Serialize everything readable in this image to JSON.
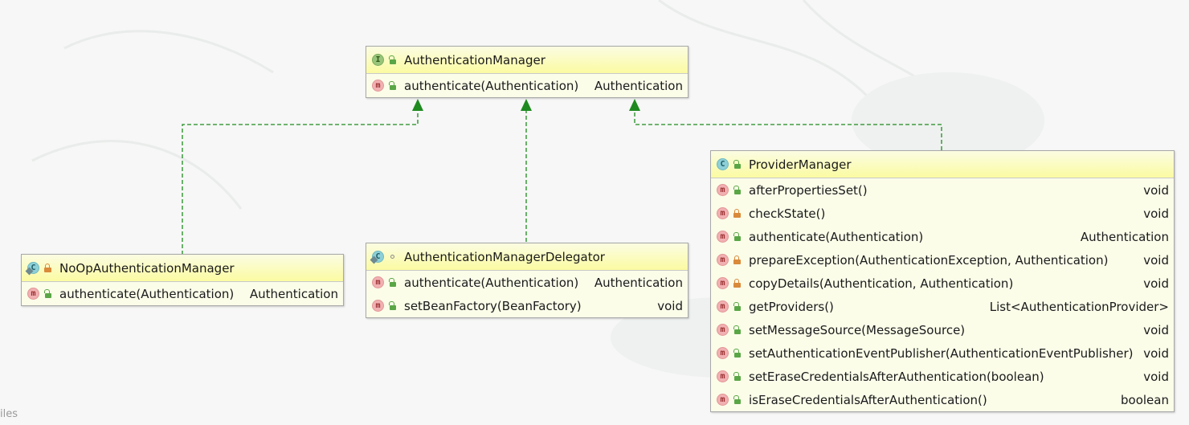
{
  "diagram": {
    "classes": [
      {
        "id": "authentication-manager",
        "kind": "interface",
        "kind_letter": "I",
        "visibility": "public",
        "name": "AuthenticationManager",
        "members": [
          {
            "signature": "authenticate(Authentication)",
            "returns": "Authentication",
            "visibility": "public"
          }
        ]
      },
      {
        "id": "noop-authentication-manager",
        "kind": "abstract-class",
        "kind_letter": "C",
        "visibility": "private",
        "name": "NoOpAuthenticationManager",
        "members": [
          {
            "signature": "authenticate(Authentication)",
            "returns": "Authentication",
            "visibility": "public"
          }
        ]
      },
      {
        "id": "authentication-manager-delegator",
        "kind": "abstract-class",
        "kind_letter": "C",
        "visibility": "package",
        "name": "AuthenticationManagerDelegator",
        "members": [
          {
            "signature": "authenticate(Authentication)",
            "returns": "Authentication",
            "visibility": "public"
          },
          {
            "signature": "setBeanFactory(BeanFactory)",
            "returns": "void",
            "visibility": "public"
          }
        ]
      },
      {
        "id": "provider-manager",
        "kind": "class",
        "kind_letter": "C",
        "visibility": "public",
        "name": "ProviderManager",
        "members": [
          {
            "signature": "afterPropertiesSet()",
            "returns": "void",
            "visibility": "public"
          },
          {
            "signature": "checkState()",
            "returns": "void",
            "visibility": "private"
          },
          {
            "signature": "authenticate(Authentication)",
            "returns": "Authentication",
            "visibility": "public"
          },
          {
            "signature": "prepareException(AuthenticationException, Authentication)",
            "returns": "void",
            "visibility": "private"
          },
          {
            "signature": "copyDetails(Authentication, Authentication)",
            "returns": "void",
            "visibility": "private"
          },
          {
            "signature": "getProviders()",
            "returns": "List<AuthenticationProvider>",
            "visibility": "public"
          },
          {
            "signature": "setMessageSource(MessageSource)",
            "returns": "void",
            "visibility": "public"
          },
          {
            "signature": "setAuthenticationEventPublisher(AuthenticationEventPublisher)",
            "returns": "void",
            "visibility": "public"
          },
          {
            "signature": "setEraseCredentialsAfterAuthentication(boolean)",
            "returns": "void",
            "visibility": "public"
          },
          {
            "signature": "isEraseCredentialsAfterAuthentication()",
            "returns": "boolean",
            "visibility": "public"
          }
        ]
      }
    ],
    "relations": [
      {
        "from": "noop-authentication-manager",
        "to": "authentication-manager",
        "type": "implements"
      },
      {
        "from": "authentication-manager-delegator",
        "to": "authentication-manager",
        "type": "implements"
      },
      {
        "from": "provider-manager",
        "to": "authentication-manager",
        "type": "implements"
      }
    ],
    "member_icon_letter": "m",
    "corner_text": "iles",
    "colors": {
      "edge": "#1f8a1f",
      "header_gradient_top": "#fbfce2",
      "header_gradient_bottom": "#fbfba2",
      "box_body": "#fbfde9"
    },
    "icons": {
      "interface": "interface-icon",
      "class": "class-icon",
      "abstract-class": "abstract-class-icon",
      "method": "method-icon",
      "public": "public-lock-icon",
      "private": "private-lock-icon",
      "package": "package-visibility-icon"
    }
  }
}
